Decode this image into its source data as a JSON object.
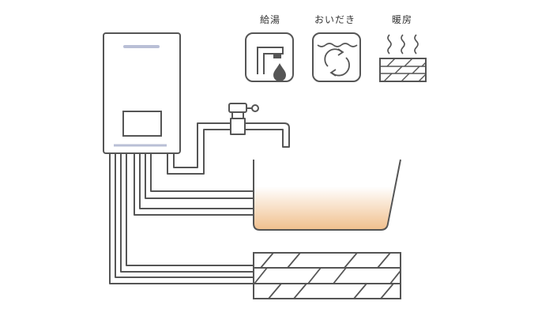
{
  "icons": {
    "hot_water": {
      "label": "給湯",
      "icon": "faucet-drop-icon"
    },
    "reheat": {
      "label": "おいだき",
      "icon": "bath-circulate-icon"
    },
    "heating": {
      "label": "暖房",
      "icon": "floor-heat-icon"
    }
  },
  "colors": {
    "line": "#555555",
    "accent_bar": "#b9bfd6",
    "water_top": "#ffffff",
    "water_bottom": "#f0bf8c",
    "drop": "#555555"
  }
}
